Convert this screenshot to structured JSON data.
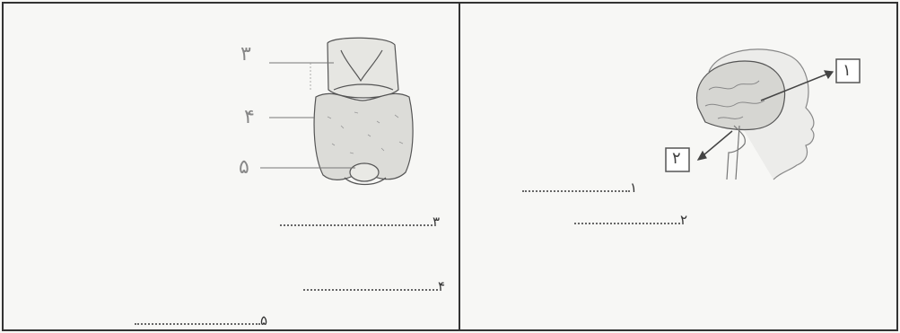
{
  "left_panel": {
    "diagram_labels": [
      "۳",
      "۴",
      "۵"
    ],
    "answer_lines": [
      "۳",
      "۴",
      "۵"
    ]
  },
  "right_panel": {
    "diagram_labels": [
      "۱",
      "۲"
    ],
    "answer_lines": [
      "۱",
      "۲"
    ]
  }
}
